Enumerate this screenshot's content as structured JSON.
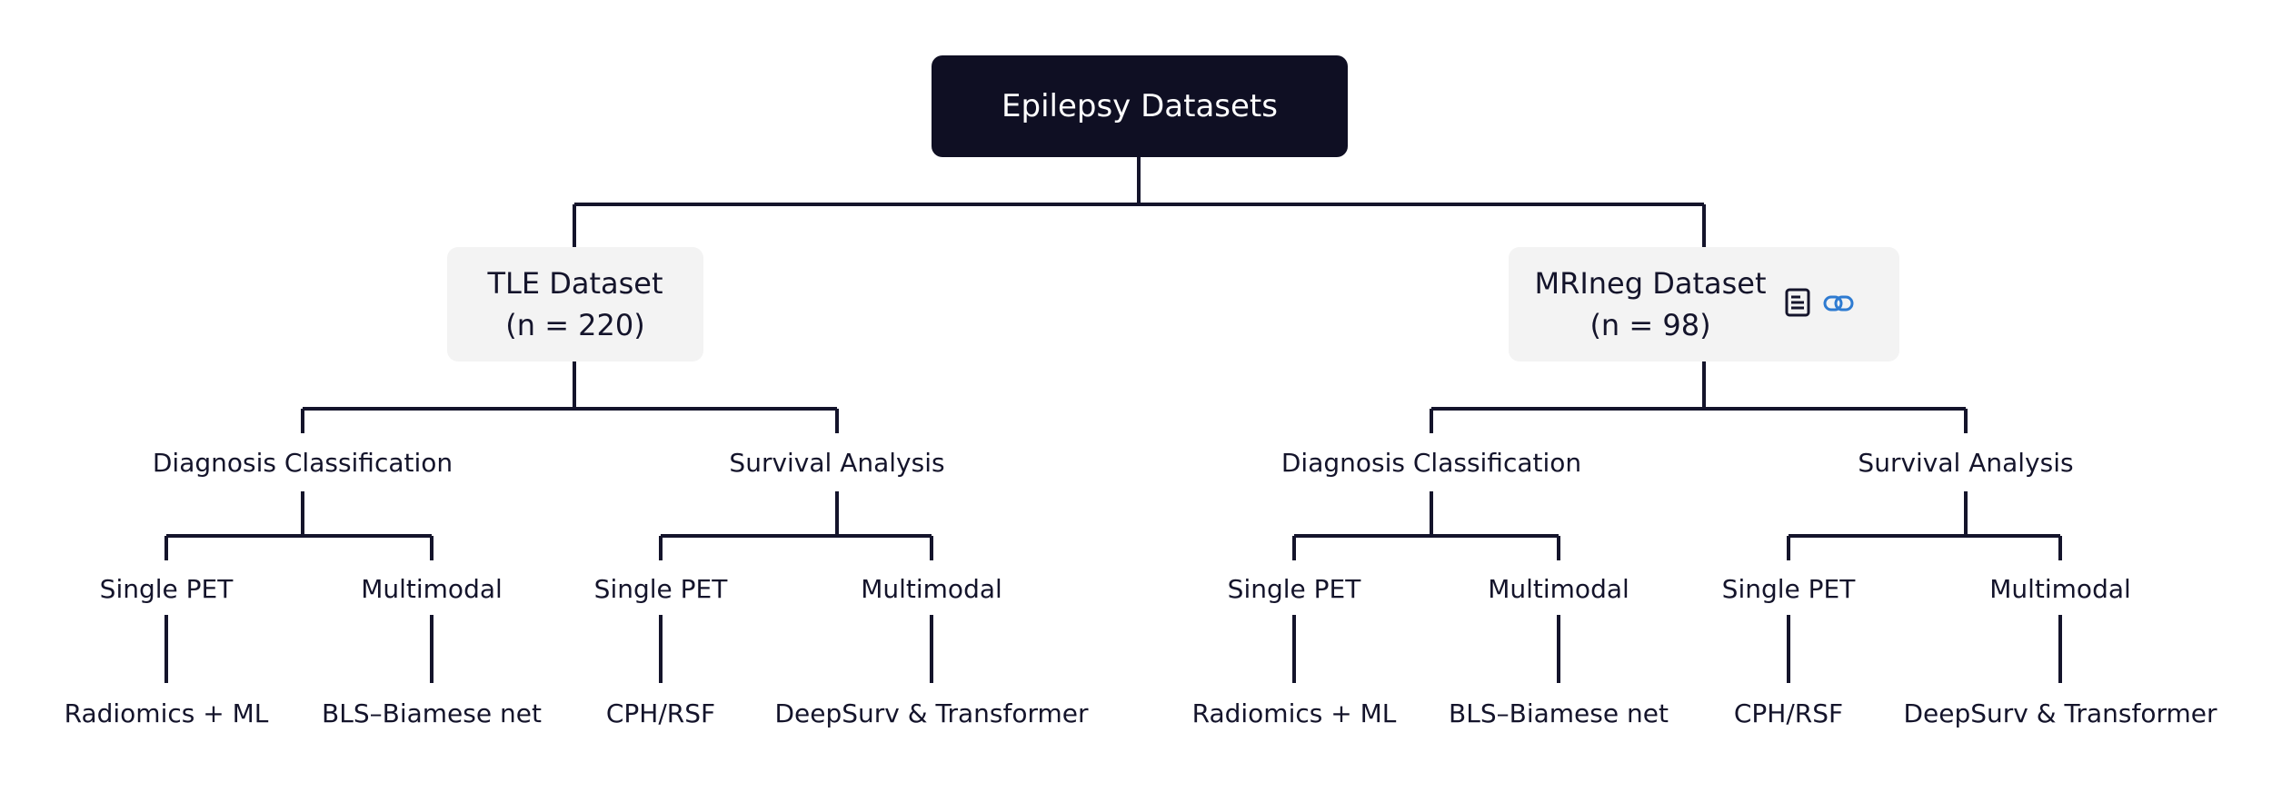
{
  "colors": {
    "line": "#14142b",
    "root_bg": "#0f0f23",
    "box_bg": "#f3f3f3",
    "link_icon": "#2e7bd1"
  },
  "root": {
    "label": "Epilepsy Datasets"
  },
  "datasets": [
    {
      "name": "TLE Dataset",
      "n": "(n = 220)",
      "tasks": [
        {
          "label": "Diagnosis Classification",
          "branches": [
            {
              "type": "Single PET",
              "method": "Radiomics + ML"
            },
            {
              "type": "Multimodal",
              "method": "BLS–Biamese net"
            }
          ]
        },
        {
          "label": "Survival Analysis",
          "branches": [
            {
              "type": "Single PET",
              "method": "CPH/RSF"
            },
            {
              "type": "Multimodal",
              "method": "DeepSurv & Transformer"
            }
          ]
        }
      ]
    },
    {
      "name": "MRIneg Dataset",
      "n": "(n = 98)",
      "icons": [
        "text-document-icon",
        "link-icon"
      ],
      "tasks": [
        {
          "label": "Diagnosis Classification",
          "branches": [
            {
              "type": "Single PET",
              "method": "Radiomics + ML"
            },
            {
              "type": "Multimodal",
              "method": "BLS–Biamese net"
            }
          ]
        },
        {
          "label": "Survival Analysis",
          "branches": [
            {
              "type": "Single PET",
              "method": "CPH/RSF"
            },
            {
              "type": "Multimodal",
              "method": "DeepSurv & Transformer"
            }
          ]
        }
      ]
    }
  ]
}
